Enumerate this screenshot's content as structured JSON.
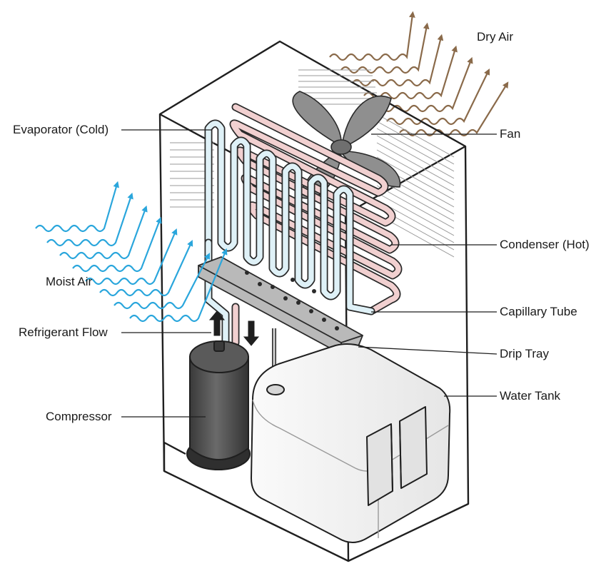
{
  "labels": {
    "dry_air": "Dry Air",
    "evaporator": "Evaporator (Cold)",
    "fan": "Fan",
    "condenser": "Condenser (Hot)",
    "moist_air": "Moist Air",
    "capillary_tube": "Capillary Tube",
    "refrigerant_flow": "Refrigerant Flow",
    "drip_tray": "Drip Tray",
    "water_tank": "Water Tank",
    "compressor": "Compressor"
  },
  "colors": {
    "outline": "#1f1f1f",
    "moist_air_arrow": "#2aa6dc",
    "dry_air_arrow": "#8a6a4a",
    "evaporator_tube": "#dff1f7",
    "condenser_tube": "#f1d0d0",
    "compressor": "#4b4b4b",
    "water_tank": "#f3f3f3",
    "drip_tray": "#b9b9b9",
    "fan_blade": "#8f8f8f"
  }
}
